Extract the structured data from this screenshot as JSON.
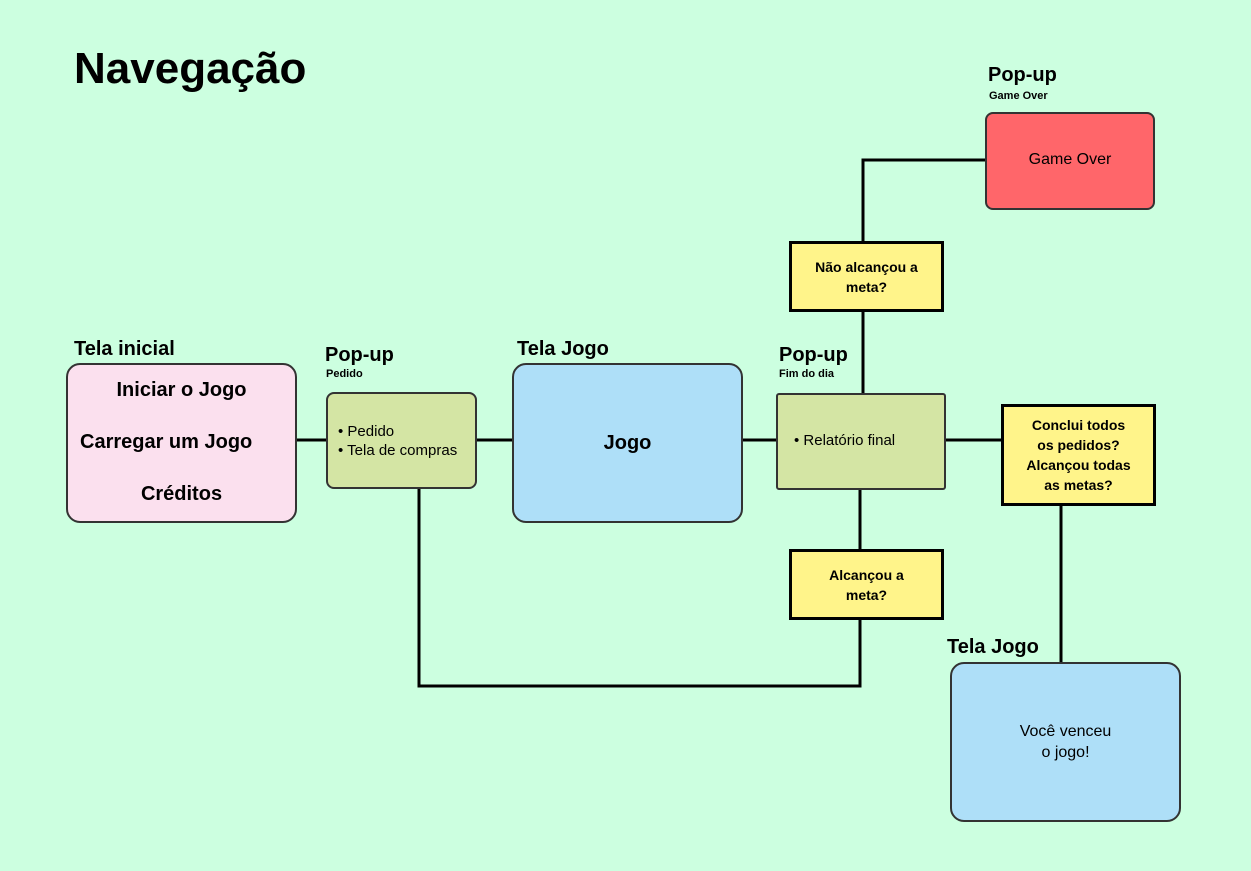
{
  "title": "Navegação",
  "nodes": {
    "tela_inicial": {
      "label": "Tela inicial",
      "items": [
        "Iniciar o Jogo",
        "Carregar um Jogo",
        "Créditos"
      ],
      "color": "#fbe0ee"
    },
    "popup_pedido": {
      "label": "Pop-up",
      "sublabel": "Pedido",
      "items": [
        "• Pedido",
        "• Tela de compras"
      ],
      "color": "#d4e5a4"
    },
    "tela_jogo": {
      "label": "Tela Jogo",
      "text": "Jogo",
      "color": "#aedff8"
    },
    "popup_fim_dia": {
      "label": "Pop-up",
      "sublabel": "Fim do dia",
      "text": "• Relatório final",
      "color": "#d4e5a4"
    },
    "popup_game_over": {
      "label": "Pop-up",
      "sublabel": "Game Over",
      "text": "Game Over",
      "color": "#ff666a"
    },
    "tela_vitoria": {
      "label": "Tela Jogo",
      "text_line1": "Você venceu",
      "text_line2": "o jogo!",
      "color": "#aedff8"
    }
  },
  "conditions": {
    "nao_alcancou": [
      "Não alcançou a",
      "meta?"
    ],
    "alcancou": [
      "Alcançou a",
      "meta?"
    ],
    "concluiu": [
      "Conclui todos",
      "os pedidos?",
      "Alcançou todas",
      "as metas?"
    ]
  }
}
